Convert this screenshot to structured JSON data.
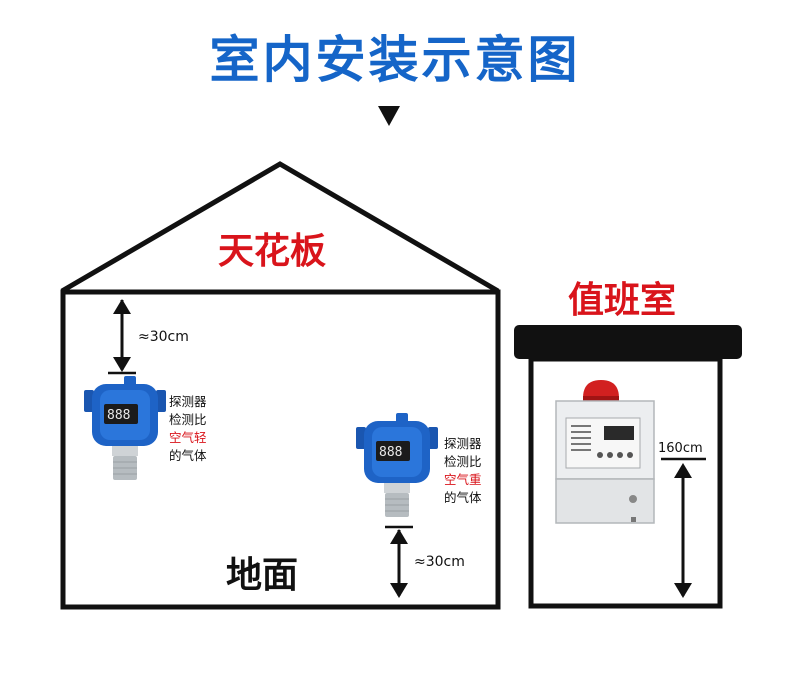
{
  "title": "室内安装示意图",
  "ceiling_label": "天花板",
  "floor_label": "地面",
  "duty_room_label": "值班室",
  "dist_top": "≈30cm",
  "dist_bottom": "≈30cm",
  "height_label": "160cm",
  "device_left_lines": [
    "探测器",
    "检测比",
    "空气轻",
    "的气体"
  ],
  "device_right_lines": [
    "探测器",
    "检测比",
    "空气重",
    "的气体"
  ],
  "colors": {
    "title": "#1565c8",
    "accent_red": "#d9141b",
    "detector_blue": "#1e63c6",
    "line": "#111111"
  }
}
